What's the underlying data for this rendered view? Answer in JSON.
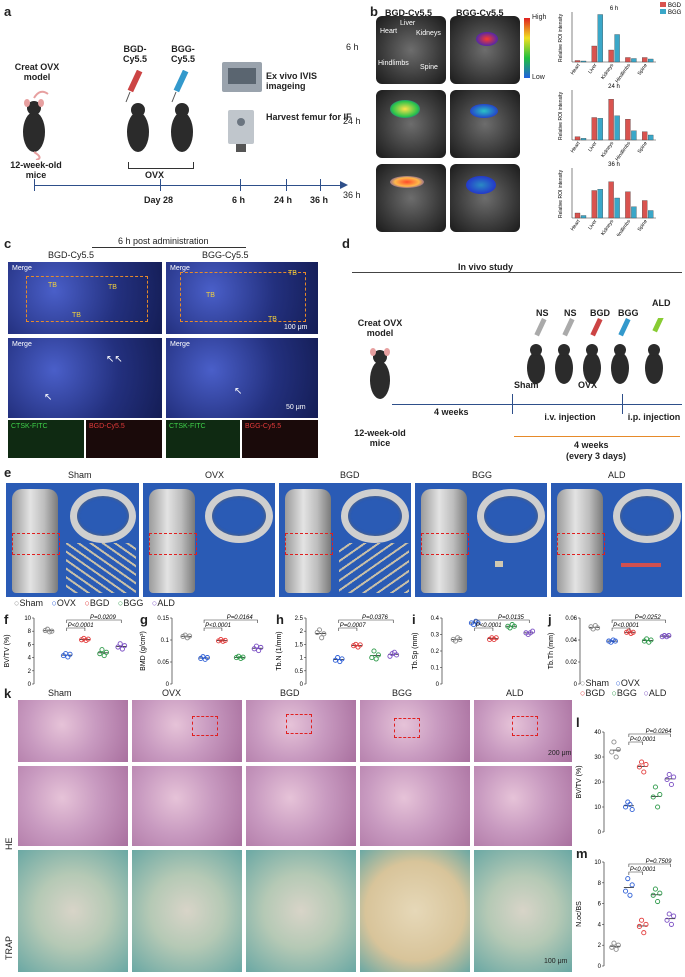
{
  "panels": {
    "a": "a",
    "b": "b",
    "c": "c",
    "d": "d",
    "e": "e",
    "f": "f",
    "g": "g",
    "h": "h",
    "i": "i",
    "j": "j",
    "k": "k",
    "l": "l",
    "m": "m"
  },
  "a": {
    "creat_ovx": "Creat OVX model",
    "mice": "12-week-old mice",
    "bgd": "BGD-Cy5.5",
    "bgg": "BGG-Cy5.5",
    "exvivo": "Ex vivo IVIS imageing",
    "harvest": "Harvest femur for IF",
    "ovx": "OVX",
    "timeline": [
      "Day 28",
      "6 h",
      "24 h",
      "36 h"
    ]
  },
  "b": {
    "col_bgd": "BGD-Cy5.5",
    "col_bgg": "BGG-Cy5.5",
    "rows": [
      "6 h",
      "24 h",
      "36 h"
    ],
    "organs": [
      "Heart",
      "Liver",
      "Kidneys",
      "Hindlimbs",
      "Spine"
    ],
    "scale_high": "High",
    "scale_low": "Low",
    "ylabel": "Relative ROI intensity",
    "legend": [
      "BGD",
      "BGG"
    ],
    "chart_titles": [
      "6 h",
      "24 h",
      "36 h"
    ]
  },
  "c": {
    "title": "6 h post administration",
    "col_bgd": "BGD-Cy5.5",
    "col_bgg": "BGG-Cy5.5",
    "merge": "Merge",
    "tb": "TB",
    "scale1": "100 μm",
    "scale2": "50 μm",
    "ch1": "CTSK-FITC",
    "ch2_bgd": "BGD-Cy5.5",
    "ch2_bgg": "BGG-Cy5.5"
  },
  "d": {
    "title": "In vivo study",
    "creat_ovx": "Creat OVX model",
    "mice": "12-week-old mice",
    "weeks4": "4 weeks",
    "groups": [
      "NS",
      "NS",
      "BGD",
      "BGG",
      "ALD"
    ],
    "sham": "Sham",
    "ovx": "OVX",
    "iv": "i.v. injection",
    "ip": "i.p. injection",
    "duration": "4 weeks",
    "every": "(every 3 days)"
  },
  "e": {
    "groups": [
      "Sham",
      "OVX",
      "BGD",
      "BGG",
      "ALD"
    ]
  },
  "legend_fj": [
    "Sham",
    "OVX",
    "BGD",
    "BGG",
    "ALD"
  ],
  "colors": {
    "sham": "#8c8c8c",
    "ovx": "#2e5fd6",
    "bgd": "#e23a3a",
    "bgg": "#2e9a4a",
    "ald": "#7b4fc4",
    "bgd_bar": "#d9534f",
    "bgg_bar": "#3aa7c8"
  },
  "k": {
    "groups": [
      "Sham",
      "OVX",
      "BGD",
      "BGG",
      "ALD"
    ],
    "rows": [
      "HE",
      "TRAP"
    ],
    "scale1": "200 μm",
    "scale2": "100 μm"
  },
  "chart_data": [
    {
      "type": "bar",
      "title": "6 h",
      "ylabel": "Relative ROI intensity",
      "categories": [
        "Heart",
        "Liver",
        "Kidneys",
        "Hindlimbs",
        "Spine"
      ],
      "series": [
        {
          "name": "BGD",
          "values": [
            0.3,
            3.2,
            2.4,
            0.9,
            0.9
          ]
        },
        {
          "name": "BGG",
          "values": [
            0.2,
            9.5,
            5.5,
            0.7,
            0.6
          ]
        }
      ]
    },
    {
      "type": "bar",
      "title": "24 h",
      "ylabel": "Relative ROI intensity",
      "categories": [
        "Heart",
        "Liver",
        "Kidneys",
        "Hindlimbs",
        "Spine"
      ],
      "series": [
        {
          "name": "BGD",
          "values": [
            0.4,
            2.7,
            4.9,
            2.5,
            1.0
          ]
        },
        {
          "name": "BGG",
          "values": [
            0.2,
            2.6,
            2.9,
            1.1,
            0.6
          ]
        }
      ]
    },
    {
      "type": "bar",
      "title": "36 h",
      "ylabel": "Relative ROI intensity",
      "categories": [
        "Heart",
        "Liver",
        "Kidneys",
        "Hindlimbs",
        "Spine"
      ],
      "series": [
        {
          "name": "BGD",
          "values": [
            0.4,
            2.2,
            2.9,
            2.1,
            1.4
          ]
        },
        {
          "name": "BGG",
          "values": [
            0.2,
            2.3,
            1.6,
            0.9,
            0.6
          ]
        }
      ]
    },
    {
      "type": "scatter",
      "panel": "f",
      "ylabel": "BV/TV (%)",
      "ylim": [
        0,
        10
      ],
      "yticks": [
        0,
        2,
        4,
        6,
        8,
        10
      ],
      "series": [
        {
          "name": "Sham",
          "values": [
            8.1,
            8.3,
            7.9,
            8.0
          ]
        },
        {
          "name": "OVX",
          "values": [
            4.3,
            4.6,
            4.1,
            4.5
          ]
        },
        {
          "name": "BGD",
          "values": [
            6.7,
            6.9,
            6.6,
            6.8
          ]
        },
        {
          "name": "BGG",
          "values": [
            4.6,
            5.2,
            4.3,
            4.8
          ]
        },
        {
          "name": "ALD",
          "values": [
            5.6,
            6.1,
            5.3,
            5.8
          ]
        }
      ],
      "annotations": [
        "P<0.0001",
        "P=0.0209"
      ]
    },
    {
      "type": "scatter",
      "panel": "g",
      "ylabel": "BMD (g/cm³)",
      "ylim": [
        0,
        0.15
      ],
      "yticks": [
        0,
        0.05,
        0.1,
        0.15
      ],
      "series": [
        {
          "name": "Sham",
          "values": [
            0.108,
            0.111,
            0.105,
            0.109
          ]
        },
        {
          "name": "OVX",
          "values": [
            0.058,
            0.062,
            0.056,
            0.06
          ]
        },
        {
          "name": "BGD",
          "values": [
            0.098,
            0.101,
            0.097,
            0.099
          ]
        },
        {
          "name": "BGG",
          "values": [
            0.06,
            0.063,
            0.058,
            0.061
          ]
        },
        {
          "name": "ALD",
          "values": [
            0.08,
            0.086,
            0.076,
            0.083
          ]
        }
      ],
      "annotations": [
        "P<0.0001",
        "P=0.0164"
      ]
    },
    {
      "type": "scatter",
      "panel": "h",
      "ylabel": "Tb.N (1/mm)",
      "ylim": [
        0,
        2.5
      ],
      "yticks": [
        0,
        0.5,
        1.0,
        1.5,
        2.0,
        2.5
      ],
      "series": [
        {
          "name": "Sham",
          "values": [
            1.95,
            2.05,
            1.75,
            1.9
          ]
        },
        {
          "name": "OVX",
          "values": [
            0.9,
            1.0,
            0.85,
            0.95
          ]
        },
        {
          "name": "BGD",
          "values": [
            1.45,
            1.5,
            1.4,
            1.48
          ]
        },
        {
          "name": "BGG",
          "values": [
            1.0,
            1.25,
            0.95,
            1.1
          ]
        },
        {
          "name": "ALD",
          "values": [
            1.05,
            1.15,
            1.2,
            1.1
          ]
        }
      ],
      "annotations": [
        "P=0.0007",
        "P=0.0376"
      ]
    },
    {
      "type": "scatter",
      "panel": "i",
      "ylabel": "Tb.Sp (mm)",
      "ylim": [
        0,
        0.4
      ],
      "yticks": [
        0,
        0.1,
        0.2,
        0.3,
        0.4
      ],
      "series": [
        {
          "name": "Sham",
          "values": [
            0.27,
            0.26,
            0.28,
            0.27
          ]
        },
        {
          "name": "OVX",
          "values": [
            0.37,
            0.36,
            0.38,
            0.37
          ]
        },
        {
          "name": "BGD",
          "values": [
            0.27,
            0.28,
            0.27,
            0.28
          ]
        },
        {
          "name": "BGG",
          "values": [
            0.35,
            0.34,
            0.36,
            0.35
          ]
        },
        {
          "name": "ALD",
          "values": [
            0.31,
            0.3,
            0.31,
            0.32
          ]
        }
      ],
      "annotations": [
        "P<0.0001",
        "P=0.0135"
      ]
    },
    {
      "type": "scatter",
      "panel": "j",
      "ylabel": "Tb.Th (mm)",
      "ylim": [
        0,
        0.06
      ],
      "yticks": [
        0,
        0.02,
        0.04,
        0.06
      ],
      "series": [
        {
          "name": "Sham",
          "values": [
            0.052,
            0.05,
            0.053,
            0.051
          ]
        },
        {
          "name": "OVX",
          "values": [
            0.039,
            0.038,
            0.04,
            0.039
          ]
        },
        {
          "name": "BGD",
          "values": [
            0.047,
            0.048,
            0.046,
            0.047
          ]
        },
        {
          "name": "BGG",
          "values": [
            0.039,
            0.041,
            0.038,
            0.04
          ]
        },
        {
          "name": "ALD",
          "values": [
            0.043,
            0.044,
            0.043,
            0.044
          ]
        }
      ],
      "annotations": [
        "P<0.0001",
        "P=0.0252"
      ]
    },
    {
      "type": "scatter",
      "panel": "l",
      "ylabel": "BV/TV (%)",
      "ylim": [
        0,
        40
      ],
      "yticks": [
        0,
        10,
        20,
        30,
        40
      ],
      "series": [
        {
          "name": "Sham",
          "values": [
            32,
            36,
            30,
            33
          ]
        },
        {
          "name": "OVX",
          "values": [
            10,
            12,
            11,
            9
          ]
        },
        {
          "name": "BGD",
          "values": [
            26,
            28,
            24,
            27
          ]
        },
        {
          "name": "BGG",
          "values": [
            14,
            18,
            10,
            15
          ]
        },
        {
          "name": "ALD",
          "values": [
            21,
            23,
            19,
            22
          ]
        }
      ],
      "annotations": [
        "P<0.0001",
        "P=0.0264"
      ]
    },
    {
      "type": "scatter",
      "panel": "m",
      "ylabel": "N.oc/BS",
      "ylim": [
        0,
        10
      ],
      "yticks": [
        0,
        2,
        4,
        6,
        8,
        10
      ],
      "series": [
        {
          "name": "Sham",
          "values": [
            1.8,
            2.2,
            1.6,
            2.0
          ]
        },
        {
          "name": "OVX",
          "values": [
            7.2,
            8.4,
            6.8,
            7.8
          ]
        },
        {
          "name": "BGD",
          "values": [
            3.8,
            4.4,
            3.2,
            4.0
          ]
        },
        {
          "name": "BGG",
          "values": [
            6.8,
            7.4,
            6.2,
            7.0
          ]
        },
        {
          "name": "ALD",
          "values": [
            4.4,
            5.0,
            4.0,
            4.8
          ]
        }
      ],
      "annotations": [
        "P<0.0001",
        "P=0.7509"
      ]
    }
  ]
}
